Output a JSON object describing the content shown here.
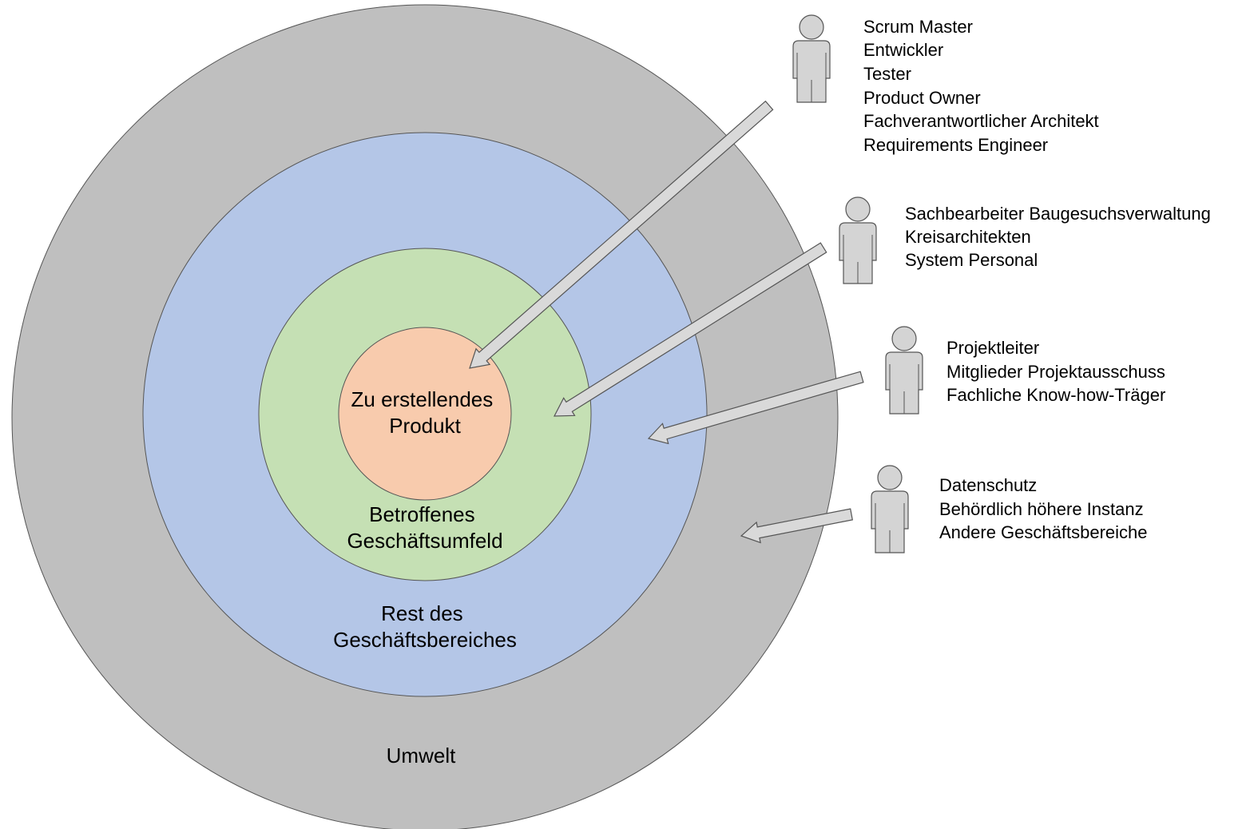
{
  "colors": {
    "outer_ring": "#bfbfbf",
    "business_area_ring": "#b4c6e7",
    "affected_environment_ring": "#c5e0b4",
    "product_core": "#f8cbad",
    "person_fill": "#d4d4d4",
    "arrow_fill": "#d9d9d9"
  },
  "rings": {
    "outer": {
      "lines": [
        "Umwelt"
      ]
    },
    "business_area": {
      "lines": [
        "Rest des",
        "Geschäftsbereiches"
      ]
    },
    "affected": {
      "lines": [
        "Betroffenes",
        "Geschäftsumfeld"
      ]
    },
    "core": {
      "lines": [
        "Zu erstellendes",
        "Produkt"
      ]
    }
  },
  "stakeholder_groups": [
    {
      "icon": "person-icon",
      "target": "core",
      "roles": [
        "Scrum Master",
        "Entwickler",
        "Tester",
        "Product Owner",
        "Fachverantwortlicher Architekt",
        "Requirements Engineer"
      ]
    },
    {
      "icon": "person-icon",
      "target": "affected",
      "roles": [
        "Sachbearbeiter Baugesuchsverwaltung",
        "Kreisarchitekten",
        "System Personal"
      ]
    },
    {
      "icon": "person-icon",
      "target": "business_area",
      "roles": [
        "Projektleiter",
        "Mitglieder Projektausschuss",
        "Fachliche Know-how-Träger"
      ]
    },
    {
      "icon": "person-icon",
      "target": "outer",
      "roles": [
        "Datenschutz",
        "Behördlich höhere Instanz",
        "Andere Geschäftsbereiche"
      ]
    }
  ]
}
